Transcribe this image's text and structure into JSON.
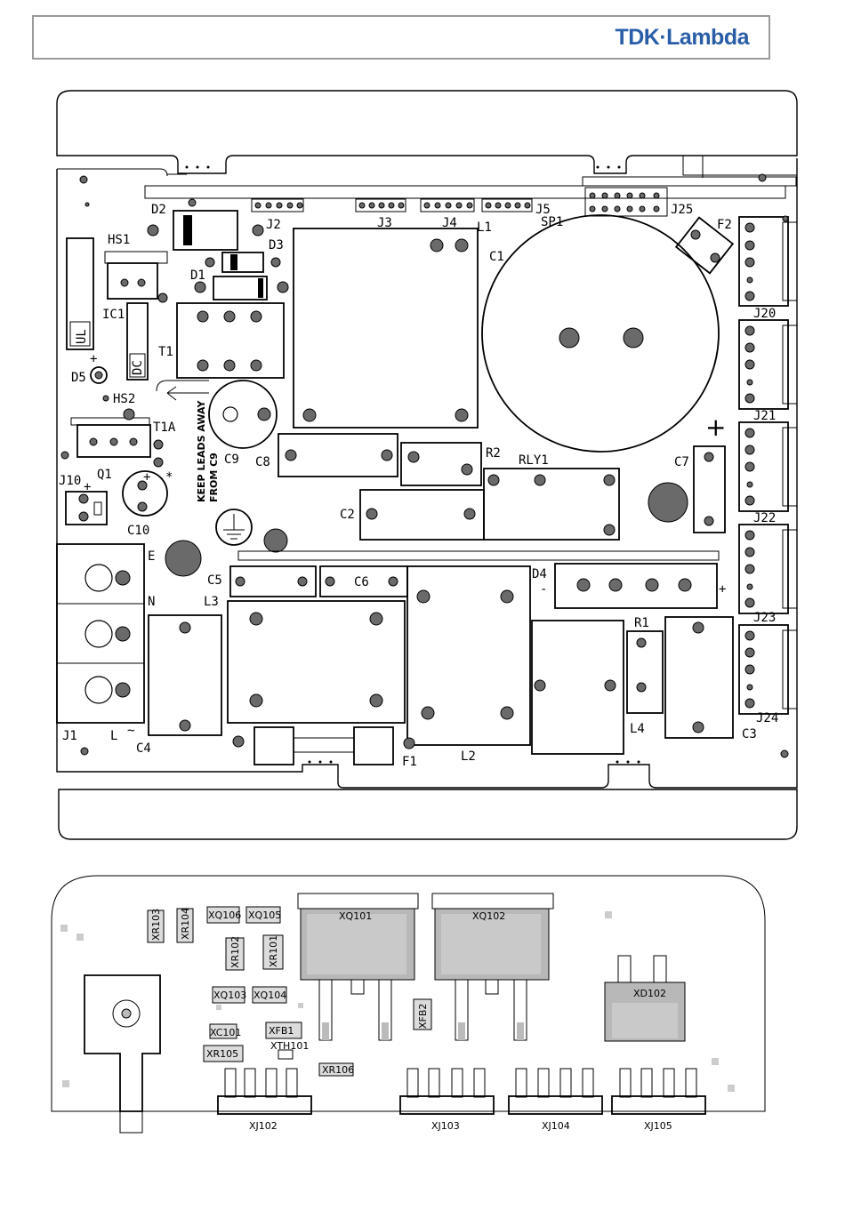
{
  "header": {
    "logo": "TDK·Lambda"
  },
  "top_board": {
    "labels": {
      "D2": "D2",
      "J2": "J2",
      "J3": "J3",
      "J4": "J4",
      "L1": "L1",
      "J5": "J5",
      "SP1": "SP1",
      "J25": "J25",
      "F2": "F2",
      "HS1": "HS1",
      "D3": "D3",
      "D1": "D1",
      "C1": "C1",
      "IC1": "IC1",
      "UL": "UL",
      "DC": "DC",
      "T1": "T1",
      "J20": "J20",
      "D5": "D5",
      "HS2": "HS2",
      "T1A": "T1A",
      "C9": "C9",
      "C8": "C8",
      "R2": "R2",
      "RLY1": "RLY1",
      "C7": "C7",
      "J21": "J21",
      "J10": "J10",
      "Q1": "Q1",
      "C10": "C10",
      "C2": "C2",
      "J22": "J22",
      "keep1": "KEEP LEADS AWAY",
      "keep2": "FROM C9",
      "E": "E",
      "C5": "C5",
      "C6": "C6",
      "D4": "D4",
      "N": "N",
      "L3": "L3",
      "J23": "J23",
      "R1": "R1",
      "J24": "J24",
      "J1": "J1",
      "L": "L",
      "C4": "C4",
      "F1": "F1",
      "L2": "L2",
      "L4": "L4",
      "C3": "C3",
      "plus": "+",
      "minus": "-",
      "tilde": "~",
      "star": "*"
    }
  },
  "bottom_board": {
    "labels": {
      "XR103": "XR103",
      "XR104": "XR104",
      "XQ106": "XQ106",
      "XQ105": "XQ105",
      "XQ101": "XQ101",
      "XQ102": "XQ102",
      "XR102": "XR102",
      "XR101": "XR101",
      "XD102": "XD102",
      "XQ103": "XQ103",
      "XQ104": "XQ104",
      "XFB2": "XFB2",
      "XC101": "XC101",
      "XFB1": "XFB1",
      "XTH101": "XTH101",
      "XR105": "XR105",
      "XR106": "XR106",
      "XJ102": "XJ102",
      "XJ103": "XJ103",
      "XJ104": "XJ104",
      "XJ105": "XJ105"
    }
  }
}
